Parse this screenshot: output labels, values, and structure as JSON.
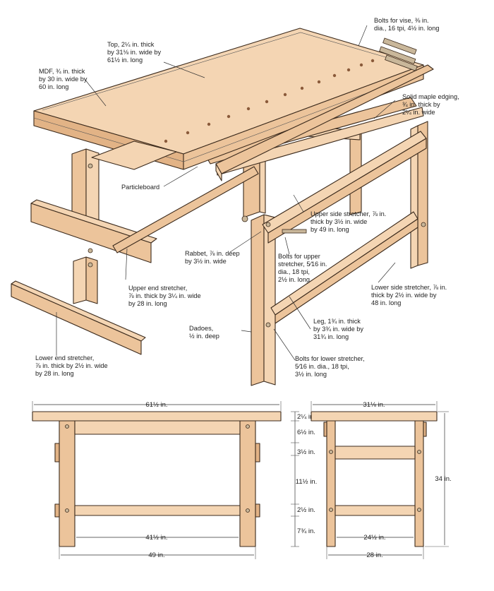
{
  "labels": {
    "vise_bolts": [
      "Bolts for vise, ⅜ in.",
      "dia., 16 tpi, 4½ in. long"
    ],
    "top": [
      "Top, 2¼ in. thick",
      "by 31⅛ in. wide by",
      "61½ in. long"
    ],
    "mdf": [
      "MDF, ¾ in. thick",
      "by 30 in. wide by",
      "60 in. long"
    ],
    "edging": [
      "Solid maple edging,",
      "¾ in. thick by",
      "2¼ in. wide"
    ],
    "particleboard": [
      "Particleboard"
    ],
    "upper_side_stretcher": [
      "Upper side stretcher, ⅞ in.",
      "thick by 3½ in. wide",
      "by 49 in. long"
    ],
    "rabbet": [
      "Rabbet, ⅞ in. deep",
      "by 3½ in. wide"
    ],
    "bolts_upper": [
      "Bolts for upper",
      "stretcher, 5⁄16 in.",
      "dia., 18 tpi,",
      "2½ in. long"
    ],
    "upper_end_stretcher": [
      "Upper end stretcher,",
      "⅞ in. thick by 3¼ in. wide",
      "by 28 in. long"
    ],
    "lower_side_stretcher": [
      "Lower side stretcher, ⅞ in.",
      "thick by 2½ in. wide by",
      "48 in. long"
    ],
    "dadoes": [
      "Dadoes,",
      "½ in. deep"
    ],
    "leg": [
      "Leg, 1¾ in. thick",
      "by 3¾ in. wide by",
      "31¾ in. long"
    ],
    "lower_end_stretcher": [
      "Lower end stretcher,",
      "⅞ in. thick by 2½ in. wide",
      "by 28 in. long"
    ],
    "bolts_lower": [
      "Bolts for lower stretcher,",
      "5⁄16 in. dia., 18 tpi,",
      "3½ in. long"
    ]
  },
  "dimensions": {
    "front_top_length": "61½ in.",
    "front_inner_length": "41½ in.",
    "front_overall": "49 in.",
    "side_top_width": "31⅛ in.",
    "side_inner_width": "24½ in.",
    "side_overall": "28 in.",
    "height_total": "34 in.",
    "stack": [
      "2¼ in.",
      "6½ in.",
      "3½ in.",
      "11½ in.",
      "2½ in.",
      "7¾ in."
    ]
  }
}
